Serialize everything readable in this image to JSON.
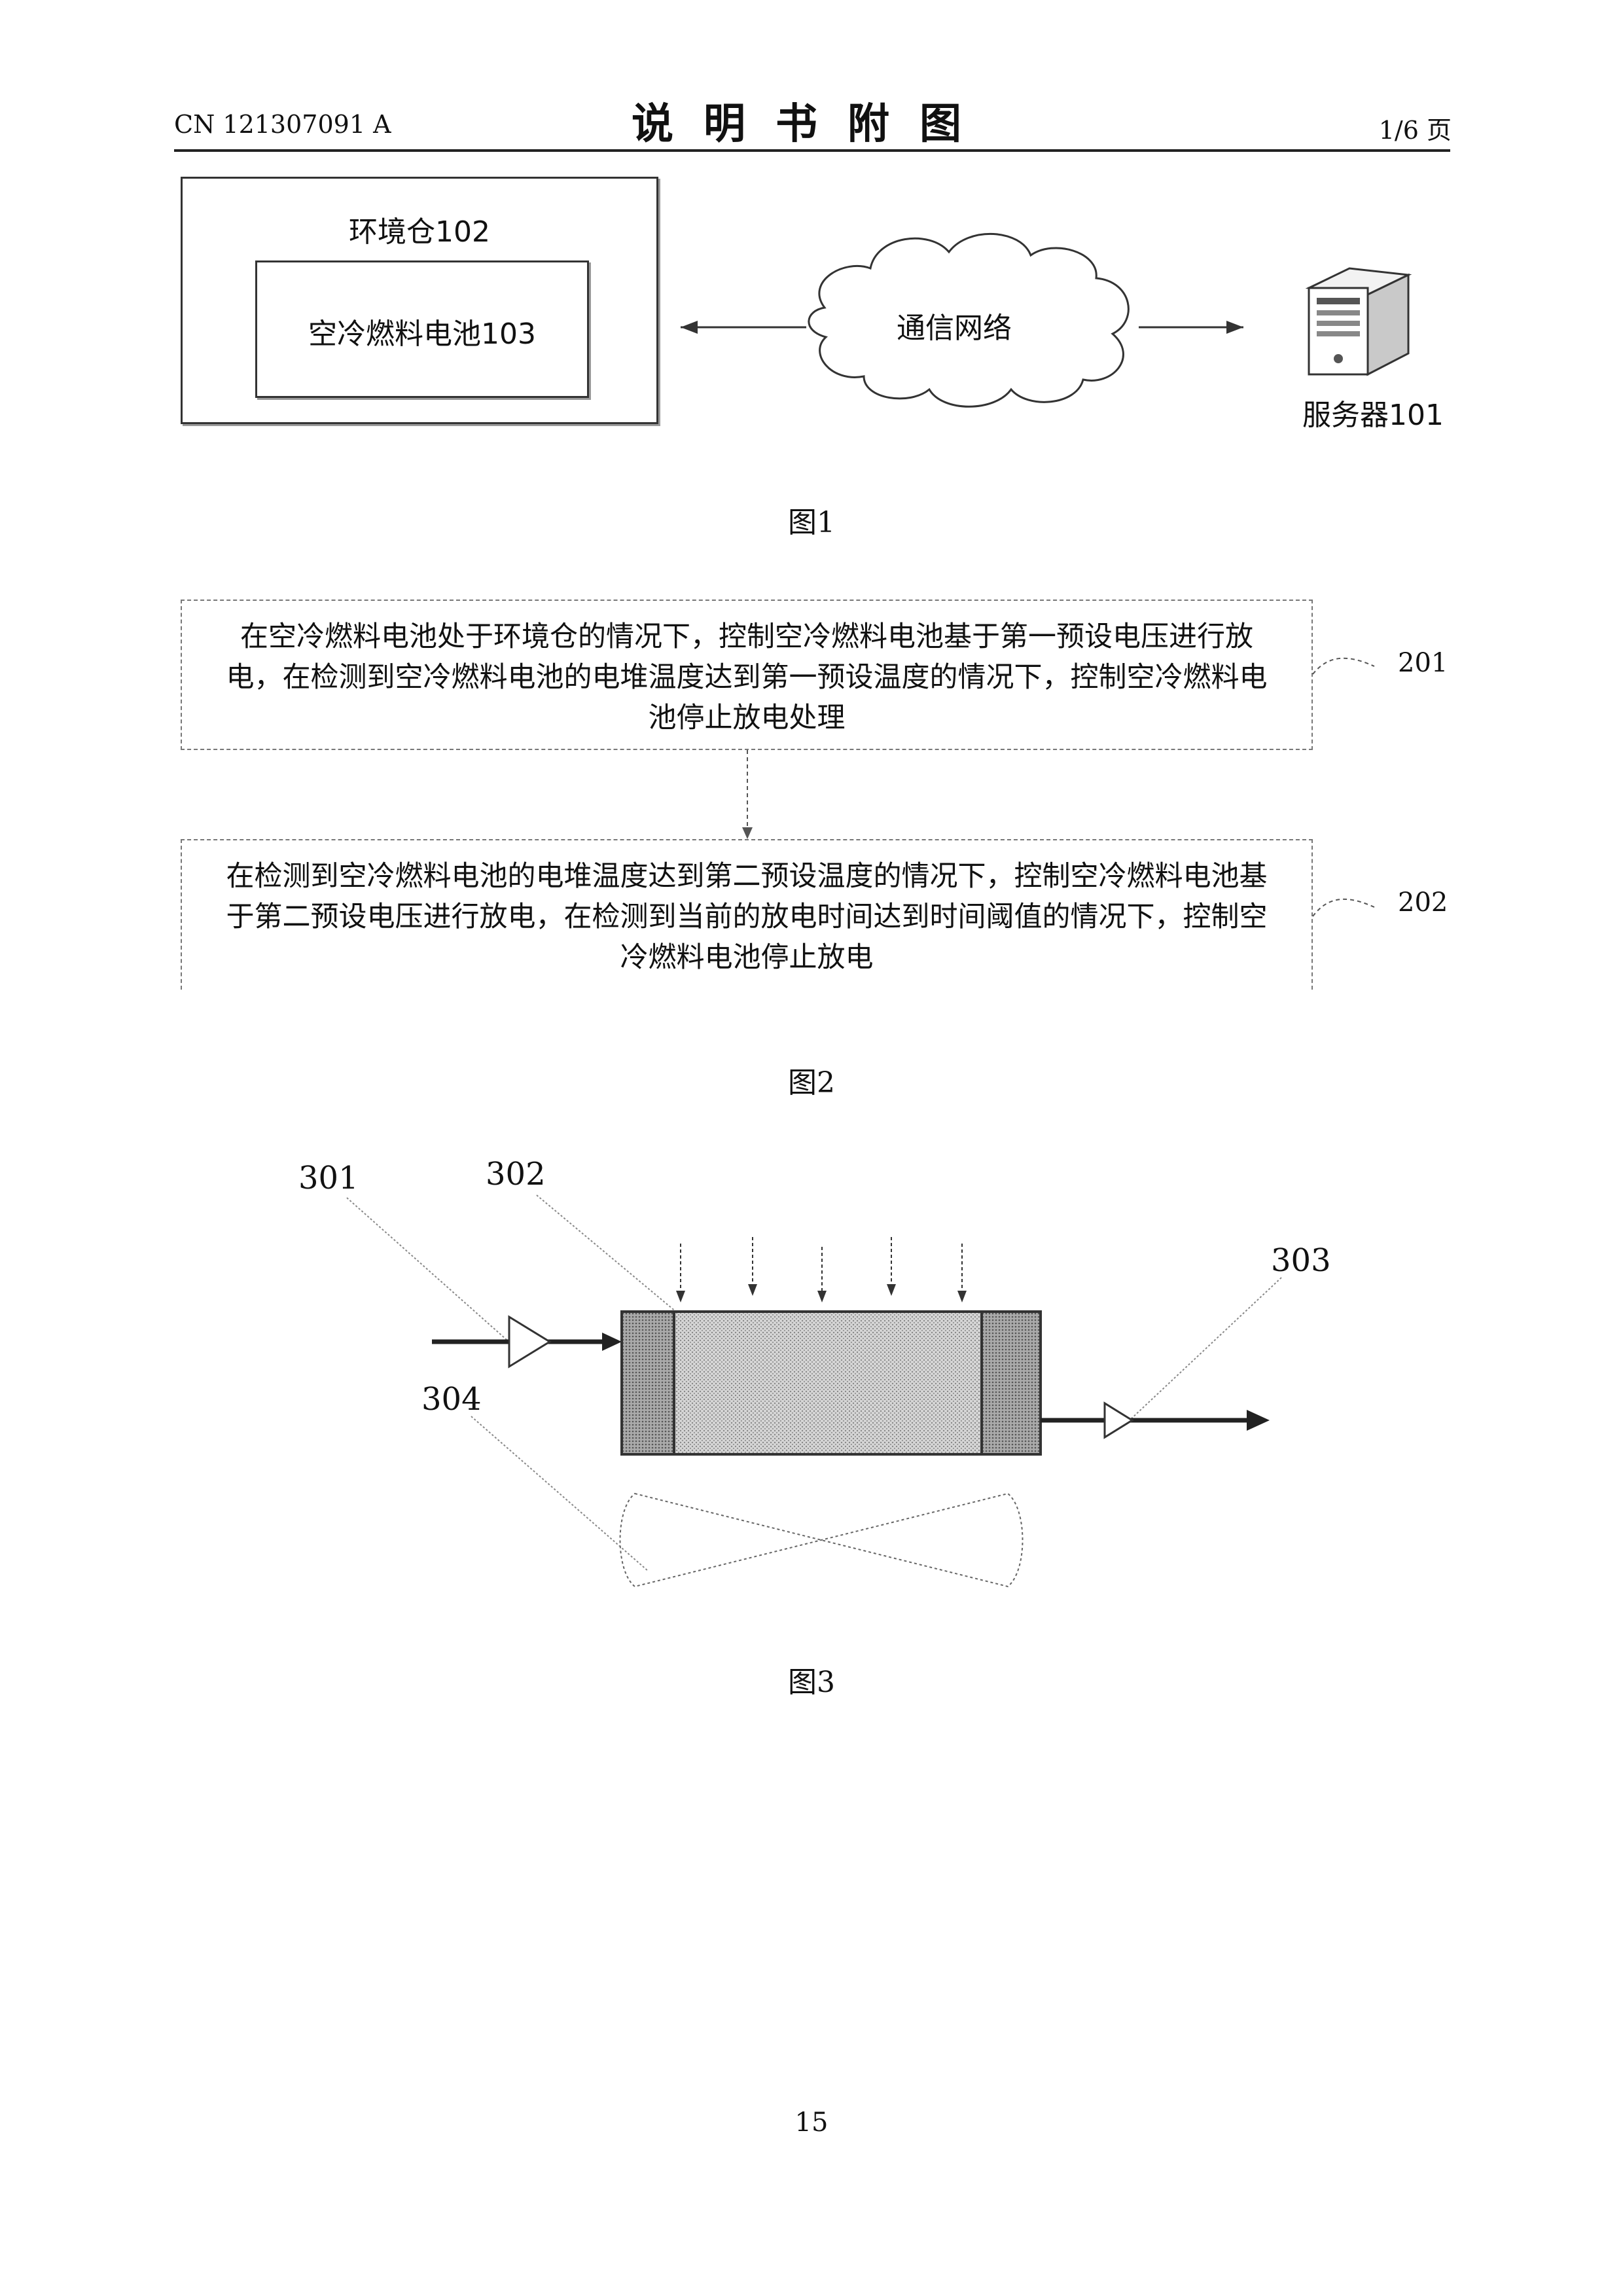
{
  "header": {
    "doc_number": "CN 121307091 A",
    "title": "说明书附图",
    "page_of": "1/6 页"
  },
  "figure1": {
    "chamber_label": "环境仓102",
    "fuel_cell_label": "空冷燃料电池103",
    "network_label": "通信网络",
    "server_label": "服务器101",
    "caption": "图1"
  },
  "figure2": {
    "steps": [
      {
        "id": "201",
        "lines": [
          "在空冷燃料电池处于环境仓的情况下，控制空冷燃料电池基于第一预设电压进行放",
          "电，在检测到空冷燃料电池的电堆温度达到第一预设温度的情况下，控制空冷燃料电",
          "池停止放电处理"
        ]
      },
      {
        "id": "202",
        "lines": [
          "在检测到空冷燃料电池的电堆温度达到第二预设温度的情况下，控制空冷燃料电池基",
          "于第二预设电压进行放电，在检测到当前的放电时间达到时间阈值的情况下，控制空",
          "冷燃料电池停止放电"
        ]
      }
    ],
    "caption": "图2"
  },
  "figure3": {
    "labels": [
      "301",
      "302",
      "303",
      "304"
    ],
    "caption": "图3"
  },
  "footer": {
    "page_number": "15"
  }
}
